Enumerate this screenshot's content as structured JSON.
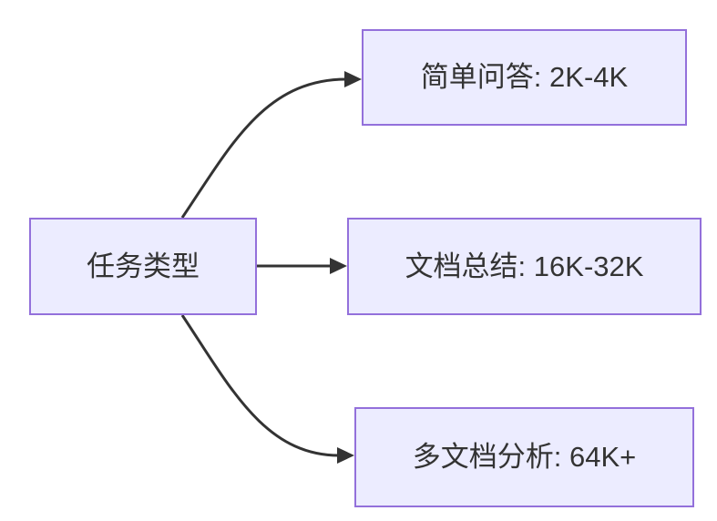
{
  "diagram": {
    "type": "flowchart",
    "direction": "LR",
    "nodes": [
      {
        "id": "root",
        "label": "任务类型"
      },
      {
        "id": "qa",
        "label": "简单问答: 2K-4K"
      },
      {
        "id": "summary",
        "label": "文档总结: 16K-32K"
      },
      {
        "id": "multidoc",
        "label": "多文档分析: 64K+"
      }
    ],
    "edges": [
      {
        "from": "root",
        "to": "qa"
      },
      {
        "from": "root",
        "to": "summary"
      },
      {
        "from": "root",
        "to": "multidoc"
      }
    ],
    "colors": {
      "node_fill": "#ECECFF",
      "node_border": "#9370DB",
      "edge_line": "#333333",
      "text": "#333333",
      "background": "#FFFFFF"
    }
  }
}
